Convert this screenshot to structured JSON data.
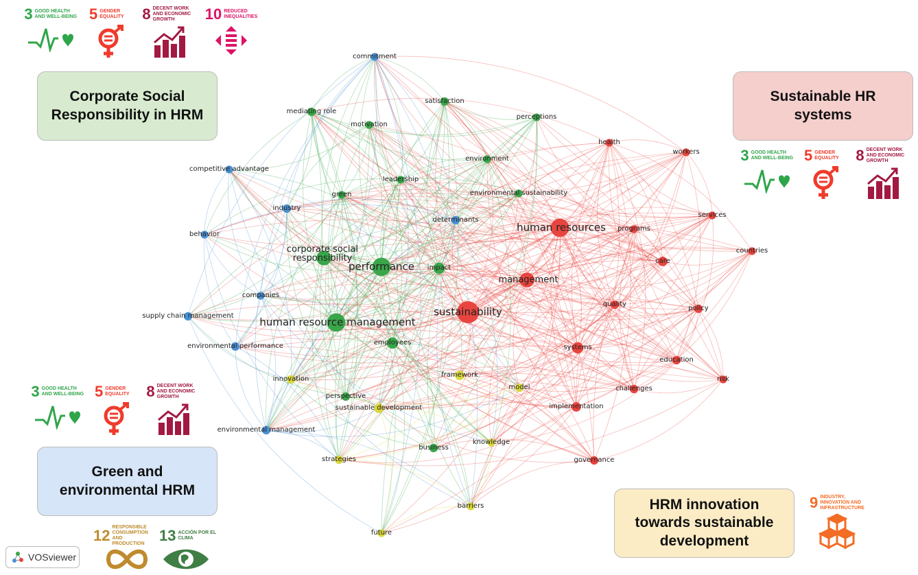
{
  "network": {
    "nodes": [
      {
        "id": "sustainability",
        "label": "sustainability",
        "cluster": "red",
        "weight": 5
      },
      {
        "id": "human-resources",
        "label": "human resources",
        "cluster": "red",
        "weight": 4
      },
      {
        "id": "management",
        "label": "management",
        "cluster": "red",
        "weight": 3
      },
      {
        "id": "health",
        "label": "health",
        "cluster": "red",
        "weight": 1
      },
      {
        "id": "workers",
        "label": "workers",
        "cluster": "red",
        "weight": 1
      },
      {
        "id": "services",
        "label": "services",
        "cluster": "red",
        "weight": 1
      },
      {
        "id": "programs",
        "label": "programs",
        "cluster": "red",
        "weight": 1
      },
      {
        "id": "countries",
        "label": "countries",
        "cluster": "red",
        "weight": 1
      },
      {
        "id": "care",
        "label": "care",
        "cluster": "red",
        "weight": 1.5
      },
      {
        "id": "quality",
        "label": "quality",
        "cluster": "red",
        "weight": 1.2
      },
      {
        "id": "policy",
        "label": "policy",
        "cluster": "red",
        "weight": 1.2
      },
      {
        "id": "systems",
        "label": "systems",
        "cluster": "red",
        "weight": 2
      },
      {
        "id": "education",
        "label": "education",
        "cluster": "red",
        "weight": 1.2
      },
      {
        "id": "risk",
        "label": "risk",
        "cluster": "red",
        "weight": 1
      },
      {
        "id": "challenges",
        "label": "challenges",
        "cluster": "red",
        "weight": 1.2
      },
      {
        "id": "implementation",
        "label": "implementation",
        "cluster": "red",
        "weight": 1.5
      },
      {
        "id": "governance",
        "label": "governance",
        "cluster": "red",
        "weight": 1.2
      },
      {
        "id": "performance",
        "label": "performance",
        "cluster": "green",
        "weight": 4
      },
      {
        "id": "human-resource-management",
        "label": "human resource management",
        "cluster": "green",
        "weight": 4
      },
      {
        "id": "corporate-social-responsibility",
        "label": "corporate social\nresponsibility",
        "cluster": "green",
        "weight": 3
      },
      {
        "id": "impact",
        "label": "impact",
        "cluster": "green",
        "weight": 2
      },
      {
        "id": "employees",
        "label": "employees",
        "cluster": "green",
        "weight": 2
      },
      {
        "id": "satisfaction",
        "label": "satisfaction",
        "cluster": "green",
        "weight": 1.2
      },
      {
        "id": "mediating-role",
        "label": "mediating role",
        "cluster": "green",
        "weight": 1.2
      },
      {
        "id": "motivation",
        "label": "motivation",
        "cluster": "green",
        "weight": 1
      },
      {
        "id": "perceptions",
        "label": "perceptions",
        "cluster": "green",
        "weight": 1
      },
      {
        "id": "environment",
        "label": "environment",
        "cluster": "green",
        "weight": 1
      },
      {
        "id": "leadership",
        "label": "leadership",
        "cluster": "green",
        "weight": 1
      },
      {
        "id": "green",
        "label": "green",
        "cluster": "green",
        "weight": 1
      },
      {
        "id": "environmental-sustainability",
        "label": "environmental sustainability",
        "cluster": "green",
        "weight": 1
      },
      {
        "id": "business",
        "label": "business",
        "cluster": "green",
        "weight": 1.2
      },
      {
        "id": "perspective",
        "label": "perspective",
        "cluster": "green",
        "weight": 1.2
      },
      {
        "id": "commitment",
        "label": "commitment",
        "cluster": "blue",
        "weight": 1
      },
      {
        "id": "competitive-advantage",
        "label": "competitive advantage",
        "cluster": "blue",
        "weight": 1
      },
      {
        "id": "industry",
        "label": "industry",
        "cluster": "blue",
        "weight": 1.2
      },
      {
        "id": "behavior",
        "label": "behavior",
        "cluster": "blue",
        "weight": 1
      },
      {
        "id": "companies",
        "label": "companies",
        "cluster": "blue",
        "weight": 1
      },
      {
        "id": "supply-chain-management",
        "label": "supply chain management",
        "cluster": "blue",
        "weight": 1.2
      },
      {
        "id": "environmental-performance",
        "label": "environmental performance",
        "cluster": "blue",
        "weight": 1.2
      },
      {
        "id": "environmental-management",
        "label": "environmental management",
        "cluster": "blue",
        "weight": 1.2
      },
      {
        "id": "determinants",
        "label": "determinants",
        "cluster": "blue",
        "weight": 1.2
      },
      {
        "id": "framework",
        "label": "framework",
        "cluster": "yellow",
        "weight": 1.5
      },
      {
        "id": "innovation",
        "label": "innovation",
        "cluster": "yellow",
        "weight": 1.2
      },
      {
        "id": "sustainable-development",
        "label": "sustainable development",
        "cluster": "yellow",
        "weight": 1.5
      },
      {
        "id": "model",
        "label": "model",
        "cluster": "yellow",
        "weight": 1.2
      },
      {
        "id": "knowledge",
        "label": "knowledge",
        "cluster": "yellow",
        "weight": 1
      },
      {
        "id": "strategies",
        "label": "strategies",
        "cluster": "yellow",
        "weight": 1.2
      },
      {
        "id": "barriers",
        "label": "barriers",
        "cluster": "yellow",
        "weight": 1
      },
      {
        "id": "future",
        "label": "future",
        "cluster": "yellow",
        "weight": 1
      }
    ],
    "cluster_colors": {
      "red": "#e8453f",
      "green": "#3aa64a",
      "blue": "#4a90d2",
      "yellow": "#d9d63e"
    }
  },
  "clusters": {
    "csr": {
      "title": "Corporate Social\nResponsibility in HRM",
      "bg": "#d8ebd0"
    },
    "sustainable_hr": {
      "title": "Sustainable HR\nsystems",
      "bg": "#f5cfcc"
    },
    "green_hrm": {
      "title": "Green and\nenvironmental HRM",
      "bg": "#d6e5f7"
    },
    "innovation": {
      "title": "HRM innovation\ntowards sustainable\ndevelopment",
      "bg": "#fbecc6"
    }
  },
  "sdg": {
    "goal3": {
      "num": "3",
      "text": "GOOD HEALTH AND WELL-BEING",
      "color": "#2fa54a",
      "icon": "heartbeat-icon"
    },
    "goal5": {
      "num": "5",
      "text": "GENDER EQUALITY",
      "color": "#ef3b2c",
      "icon": "gender-equality-icon"
    },
    "goal8": {
      "num": "8",
      "text": "DECENT WORK AND ECONOMIC GROWTH",
      "color": "#a21942",
      "icon": "growth-chart-icon"
    },
    "goal10": {
      "num": "10",
      "text": "REDUCED INEQUALITIES",
      "color": "#dd1367",
      "icon": "reduced-inequalities-icon"
    },
    "goal9": {
      "num": "9",
      "text": "INDUSTRY, INNOVATION AND INFRASTRUCTURE",
      "color": "#f36d25",
      "icon": "cubes-icon"
    },
    "goal12": {
      "num": "12",
      "text": "RESPONSIBLE CONSUMPTION AND PRODUCTION",
      "color": "#bf8b2e",
      "icon": "infinity-icon"
    },
    "goal13": {
      "num": "13",
      "text": "ACCIÓN POR EL CLIMA",
      "color": "#3f7e44",
      "icon": "climate-eye-icon"
    }
  },
  "vosviewer": {
    "label": "VOSviewer",
    "icon": "vosviewer-logo-icon"
  }
}
